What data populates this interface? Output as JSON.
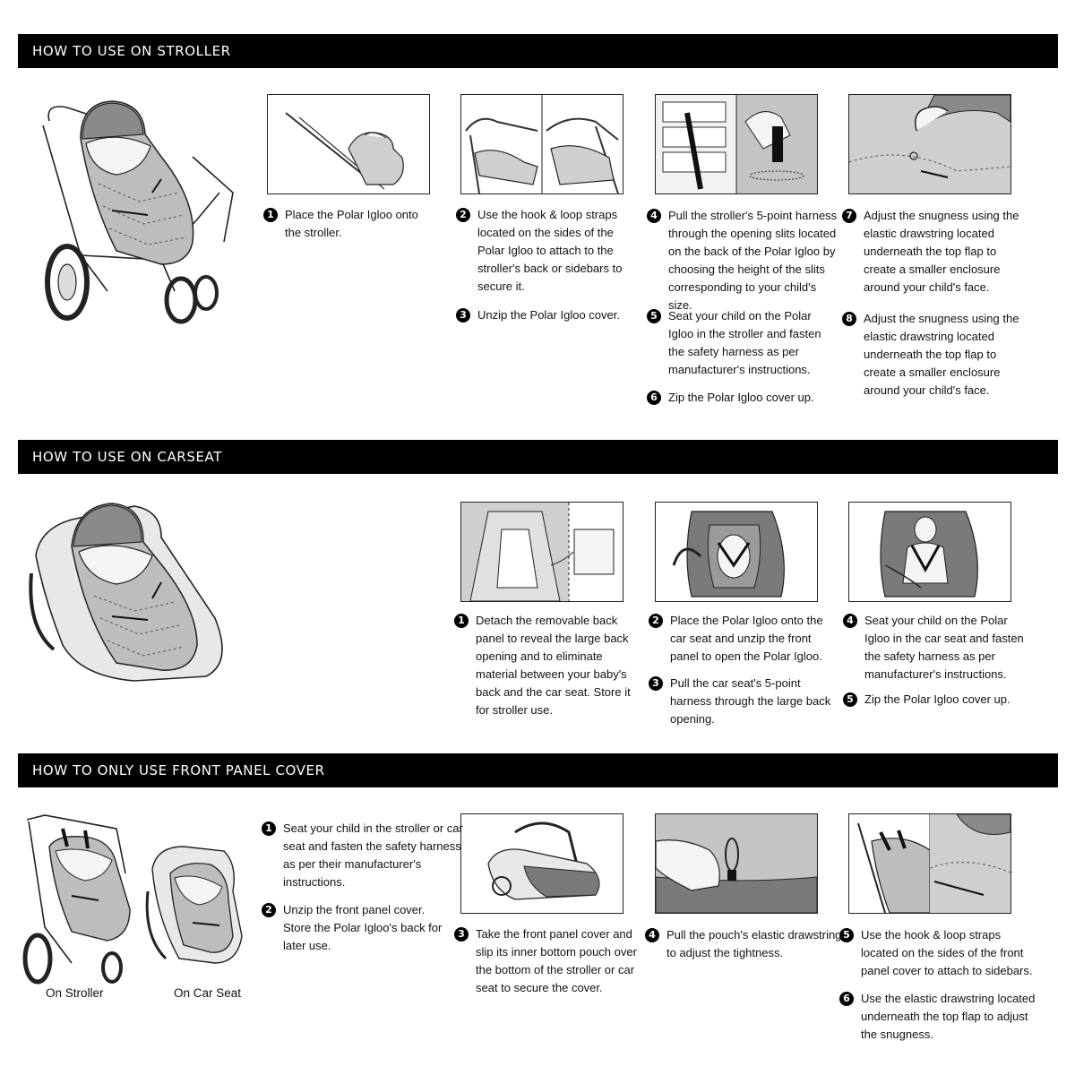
{
  "sections": {
    "stroller": {
      "title": "HOW TO USE ON STROLLER",
      "steps": [
        {
          "num": "1",
          "text": "Place the Polar Igloo onto the stroller."
        },
        {
          "num": "2",
          "text": "Use the hook & loop straps located on the sides of the Polar Igloo to attach to the stroller's back or sidebars to secure it."
        },
        {
          "num": "3",
          "text": "Unzip the Polar Igloo cover."
        },
        {
          "num": "4",
          "text": "Pull the stroller's 5-point harness through the opening slits located on the back of the Polar Igloo by choosing the height of the slits corresponding to your child's size."
        },
        {
          "num": "5",
          "text": "Seat your child on the Polar Igloo in the stroller and fasten the safety harness as per manufacturer's instructions."
        },
        {
          "num": "6",
          "text": "Zip the Polar Igloo cover up."
        },
        {
          "num": "7",
          "text": "Adjust the snugness using the elastic drawstring located underneath the top flap to create a smaller enclosure around your child's face."
        },
        {
          "num": "8",
          "text": "Adjust the snugness using the elastic drawstring located underneath the top flap to create a smaller enclosure around your child's face."
        }
      ]
    },
    "carseat": {
      "title": "HOW TO USE ON CARSEAT",
      "steps": [
        {
          "num": "1",
          "text": "Detach the removable back panel to reveal the large back opening and to eliminate material between your baby's back and the car seat. Store it for stroller use."
        },
        {
          "num": "2",
          "text": "Place the Polar Igloo onto the car seat and unzip the front panel to open the Polar Igloo."
        },
        {
          "num": "3",
          "text": "Pull the car seat's 5-point harness through the large back opening."
        },
        {
          "num": "4",
          "text": "Seat your child on the Polar Igloo in the car seat and fasten the safety harness as per manufacturer's instructions."
        },
        {
          "num": "5",
          "text": "Zip the Polar Igloo cover up."
        }
      ]
    },
    "front_panel": {
      "title": "HOW TO ONLY USE FRONT PANEL COVER",
      "captions": {
        "stroller": "On Stroller",
        "carseat": "On Car Seat"
      },
      "steps": [
        {
          "num": "1",
          "text": "Seat your child in the stroller or car seat and fasten the safety harness as per their manufacturer's instructions."
        },
        {
          "num": "2",
          "text": "Unzip the front panel cover. Store the Polar Igloo's back for later use."
        },
        {
          "num": "3",
          "text": "Take the front panel cover and slip its inner bottom pouch over the bottom of the stroller or car seat to secure the cover."
        },
        {
          "num": "4",
          "text": "Pull the pouch's elastic drawstring to adjust the tightness."
        },
        {
          "num": "5",
          "text": "Use the hook & loop straps located on the sides of the front panel cover to attach to sidebars."
        },
        {
          "num": "6",
          "text": "Use the elastic drawstring located underneath the top flap to adjust the snugness."
        }
      ]
    }
  },
  "colors": {
    "bar": "#000000",
    "fabric": "#bdbdbd",
    "fabric_dark": "#7a7a7a",
    "line": "#222222"
  }
}
